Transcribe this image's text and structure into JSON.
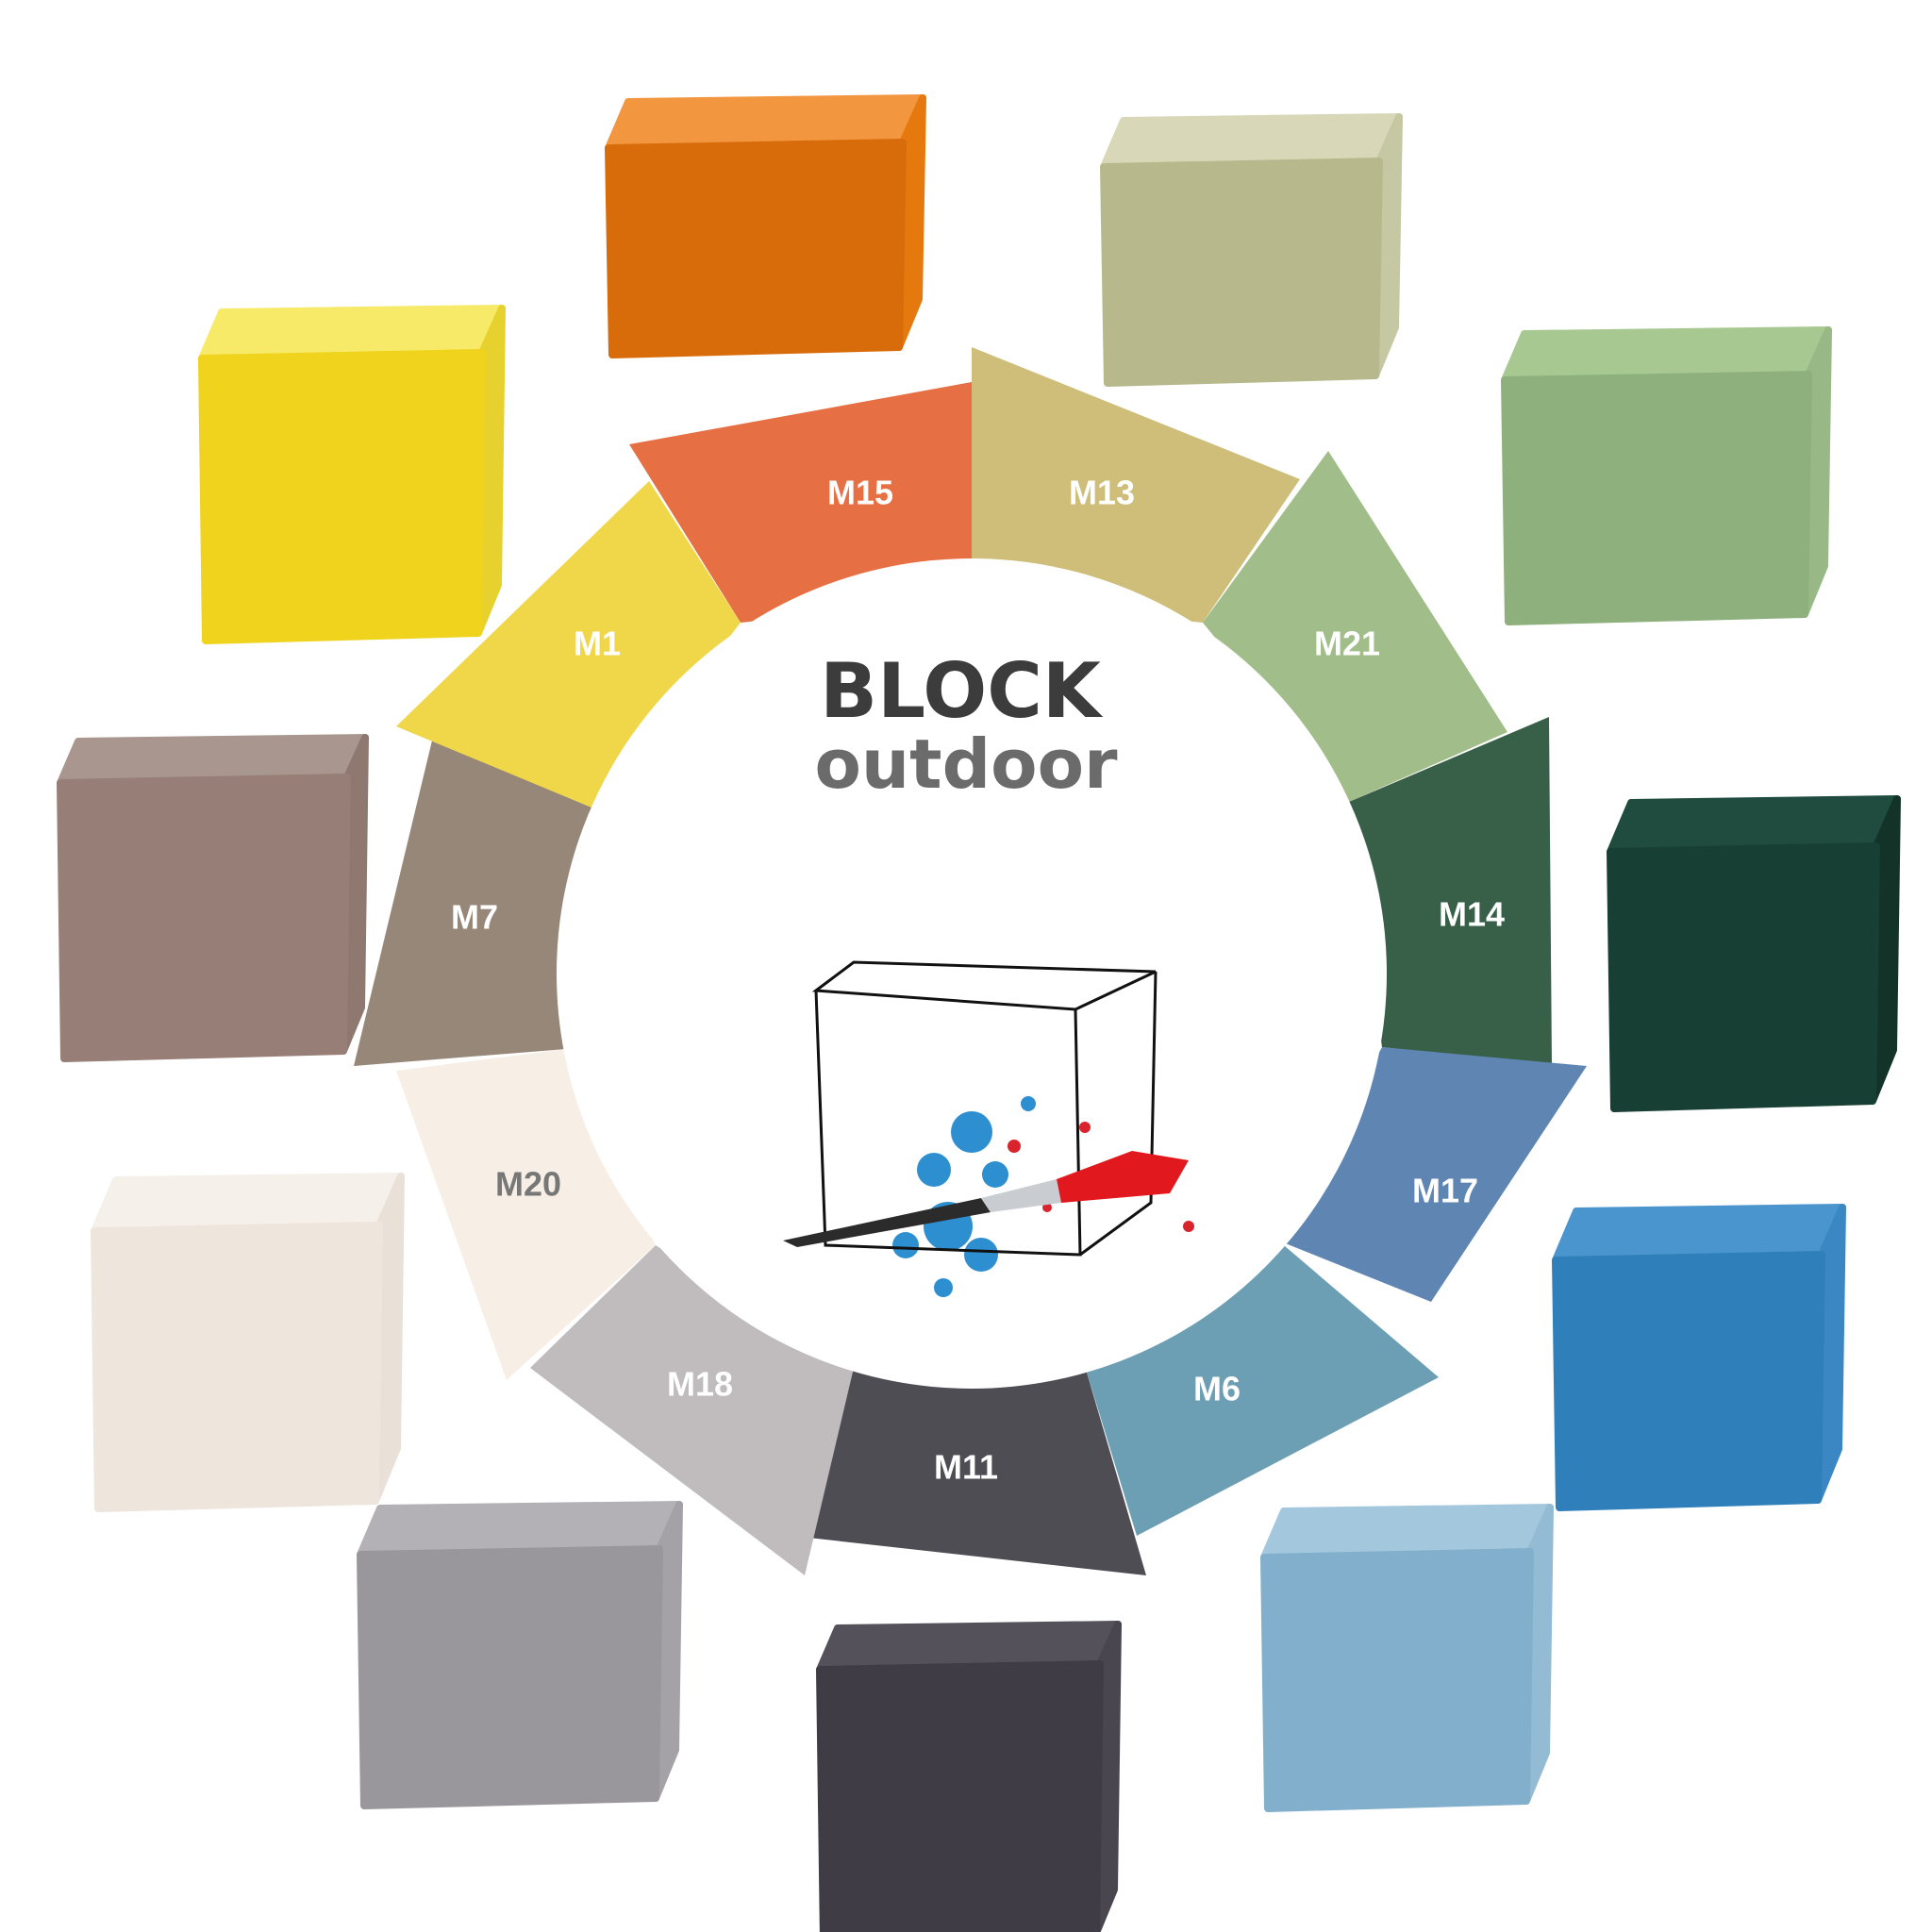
{
  "title": {
    "line1": "BLOCK",
    "line2": "outdoor"
  },
  "segments": [
    {
      "code": "M15",
      "color": "#E67044",
      "text_color": "#ffffff"
    },
    {
      "code": "M13",
      "color": "#CEBE7A",
      "text_color": "#ffffff"
    },
    {
      "code": "M21",
      "color": "#A1BD89",
      "text_color": "#ffffff"
    },
    {
      "code": "M14",
      "color": "#385F48",
      "text_color": "#ffffff"
    },
    {
      "code": "M17",
      "color": "#5F86B3",
      "text_color": "#ffffff"
    },
    {
      "code": "M6",
      "color": "#6C9FB3",
      "text_color": "#ffffff"
    },
    {
      "code": "M11",
      "color": "#4D4D53",
      "text_color": "#ffffff"
    },
    {
      "code": "M18",
      "color": "#C0BCBD",
      "text_color": "#ffffff"
    },
    {
      "code": "M20",
      "color": "#F7EFE6",
      "text_color": "#777777"
    },
    {
      "code": "M7",
      "color": "#978779",
      "text_color": "#ffffff"
    },
    {
      "code": "M1",
      "color": "#F0D74A",
      "text_color": "#ffffff"
    }
  ],
  "cubes": [
    {
      "code": "M15",
      "front": "#D86C0B",
      "top": "#F2963F",
      "side": "#E5790E"
    },
    {
      "code": "M13",
      "front": "#B7B98D",
      "top": "#D8D8B8",
      "side": "#C6C7A3"
    },
    {
      "code": "M21",
      "front": "#8EB07C",
      "top": "#A8C892",
      "side": "#98B986"
    },
    {
      "code": "M14",
      "front": "#173F33",
      "top": "#1F4C3E",
      "side": "#133328"
    },
    {
      "code": "M17",
      "front": "#2F7FBB",
      "top": "#4B95CF",
      "side": "#3B87C3"
    },
    {
      "code": "M6",
      "front": "#82AFCB",
      "top": "#A3C8DE",
      "side": "#93BBD4"
    },
    {
      "code": "M11",
      "front": "#403C46",
      "top": "#55515B",
      "side": "#4A4650"
    },
    {
      "code": "M18",
      "front": "#9A979C",
      "top": "#B4B1B6",
      "side": "#A5A2A7"
    },
    {
      "code": "M20",
      "front": "#EEE5DC",
      "top": "#F6F0EA",
      "side": "#E9E0D7"
    },
    {
      "code": "M7",
      "front": "#977E76",
      "top": "#A8968F",
      "side": "#8E7870"
    },
    {
      "code": "M1",
      "front": "#EFD31D",
      "top": "#F7EA68",
      "side": "#E6D12F"
    }
  ],
  "colors": {
    "center": "#ffffff",
    "cube_outline": "#111111",
    "brush_red": "#E1191E",
    "brush_handle": "#2B2B2B",
    "splash_blue": "#2E8FD0",
    "splash_red": "#D9232D"
  }
}
